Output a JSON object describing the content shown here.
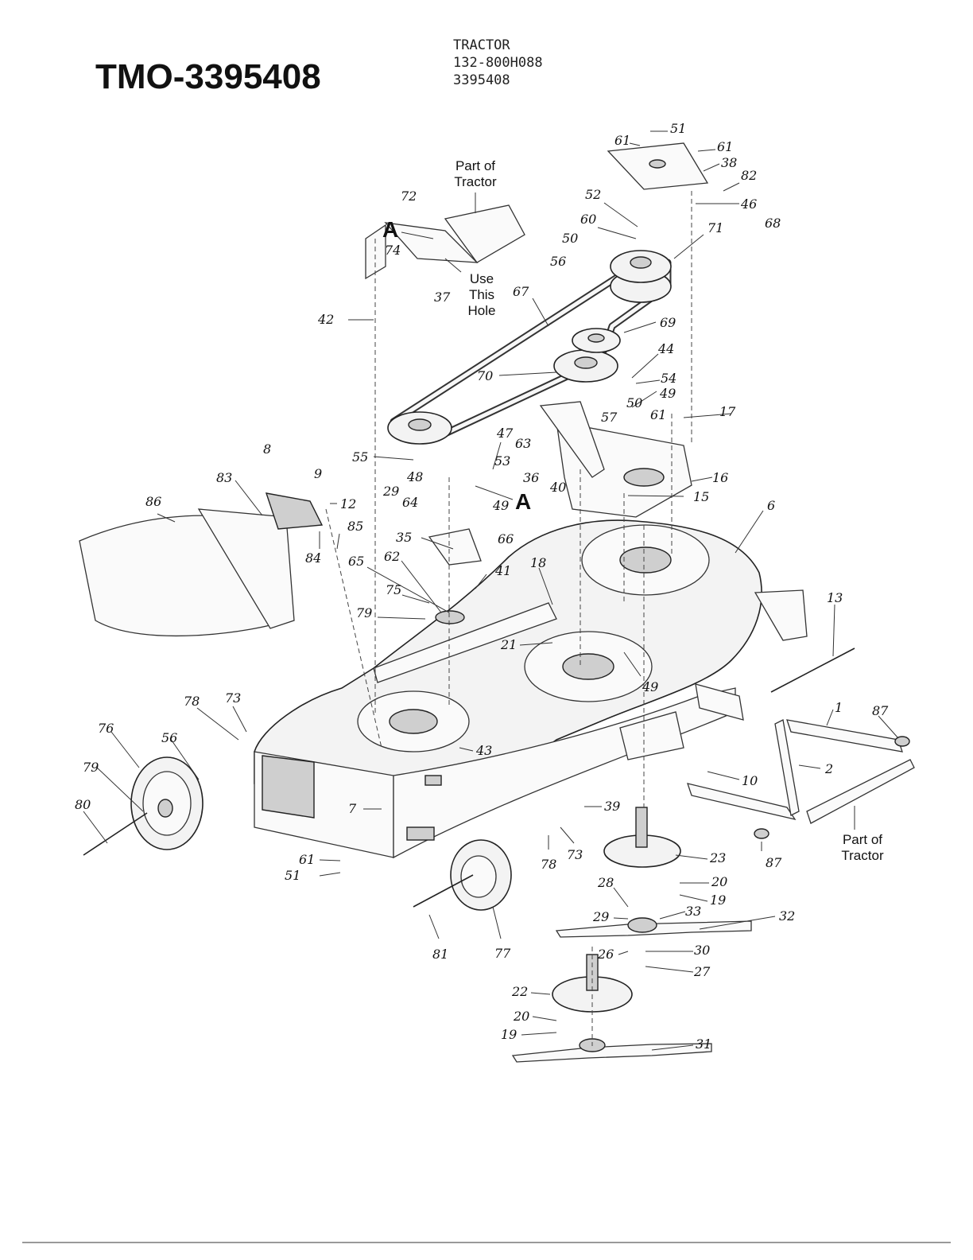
{
  "header": {
    "doc_id": "TMO-3395408",
    "model_lines": [
      "TRACTOR",
      "132-800H088",
      "3395408"
    ]
  },
  "notes": {
    "part_of_tractor_top": [
      "Part of",
      "Tractor"
    ],
    "use_this_hole": [
      "Use",
      "This",
      "Hole"
    ],
    "part_of_tractor_right": [
      "Part of",
      "Tractor"
    ],
    "ref_a": "A"
  },
  "callouts": [
    "51",
    "61",
    "61",
    "38",
    "82",
    "46",
    "52",
    "60",
    "71",
    "68",
    "50",
    "56",
    "72",
    "74",
    "67",
    "69",
    "42",
    "37",
    "70",
    "44",
    "54",
    "50",
    "49",
    "57",
    "61",
    "17",
    "63",
    "8",
    "9",
    "12",
    "55",
    "47",
    "48",
    "53",
    "29",
    "64",
    "49",
    "36",
    "40",
    "16",
    "15",
    "83",
    "86",
    "85",
    "84",
    "35",
    "66",
    "65",
    "62",
    "41",
    "18",
    "6",
    "75",
    "79",
    "21",
    "49",
    "13",
    "78",
    "73",
    "1",
    "87",
    "76",
    "56",
    "10",
    "2",
    "43",
    "79",
    "80",
    "7",
    "39",
    "61",
    "51",
    "78",
    "73",
    "23",
    "87",
    "20",
    "19",
    "28",
    "33",
    "29",
    "32",
    "81",
    "77",
    "26",
    "30",
    "27",
    "22",
    "20",
    "19",
    "31"
  ]
}
